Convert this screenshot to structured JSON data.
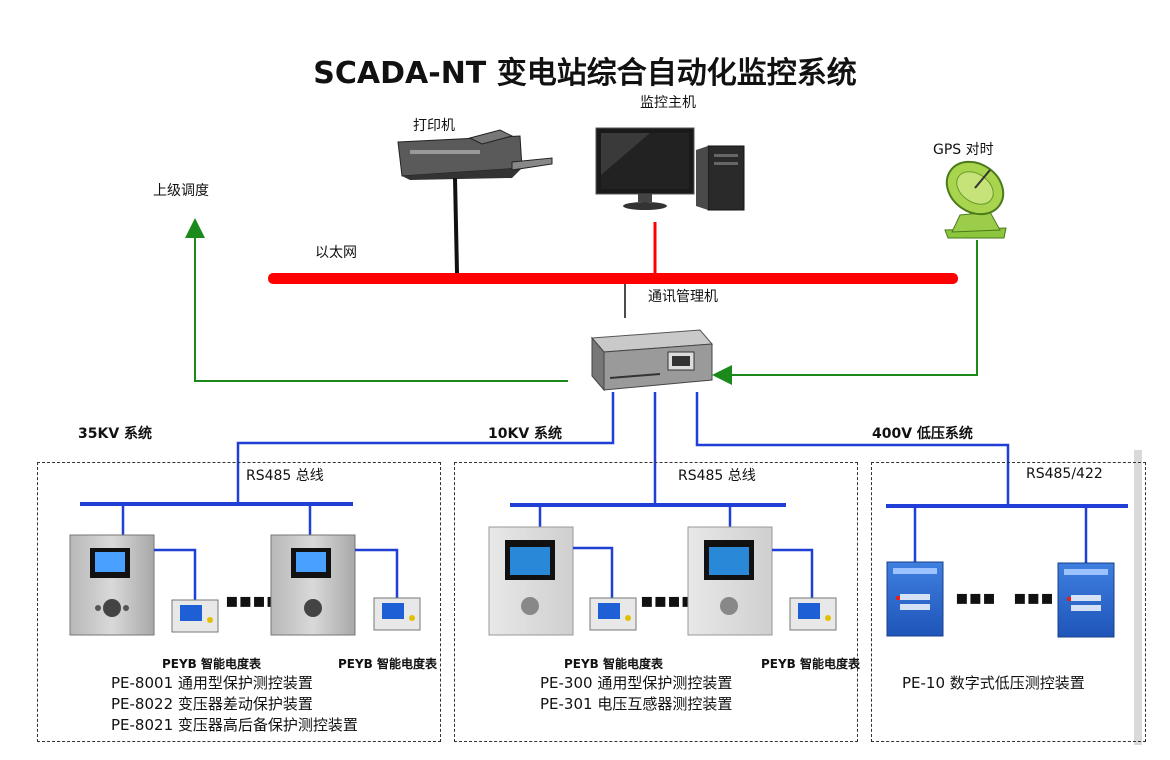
{
  "title": "SCADA-NT 变电站综合自动化监控系统",
  "labels": {
    "printer": "打印机",
    "host": "监控主机",
    "gps": "GPS 对时",
    "dispatch": "上级调度",
    "ethernet": "以太网",
    "comm_manager": "通讯管理机"
  },
  "systems": [
    {
      "name": "35KV 系统",
      "bus": "RS485 总线",
      "meter_labels": [
        "PEYB 智能电度表",
        "PEYB 智能电度表"
      ],
      "devices": [
        "PE-8001 通用型保护测控装置",
        "PE-8022 变压器差动保护装置",
        "PE-8021 变压器高后备保护测控装置"
      ]
    },
    {
      "name": "10KV 系统",
      "bus": "RS485 总线",
      "meter_labels": [
        "PEYB 智能电度表",
        "PEYB 智能电度表"
      ],
      "devices": [
        "PE-300 通用型保护测控装置",
        "PE-301 电压互感器测控装置"
      ]
    },
    {
      "name": "400V 低压系统",
      "bus": "RS485/422",
      "devices": [
        "PE-10 数字式低压测控装置"
      ]
    }
  ],
  "colors": {
    "ethernet": "#ff0000",
    "green_link": "#1a8a1a",
    "blue_bus": "#1f3fd6"
  },
  "icons": [
    "printer-icon",
    "monitor-icon",
    "satellite-dish-icon",
    "server-icon",
    "protection-relay-icon",
    "energy-meter-icon",
    "low-voltage-unit-icon"
  ]
}
